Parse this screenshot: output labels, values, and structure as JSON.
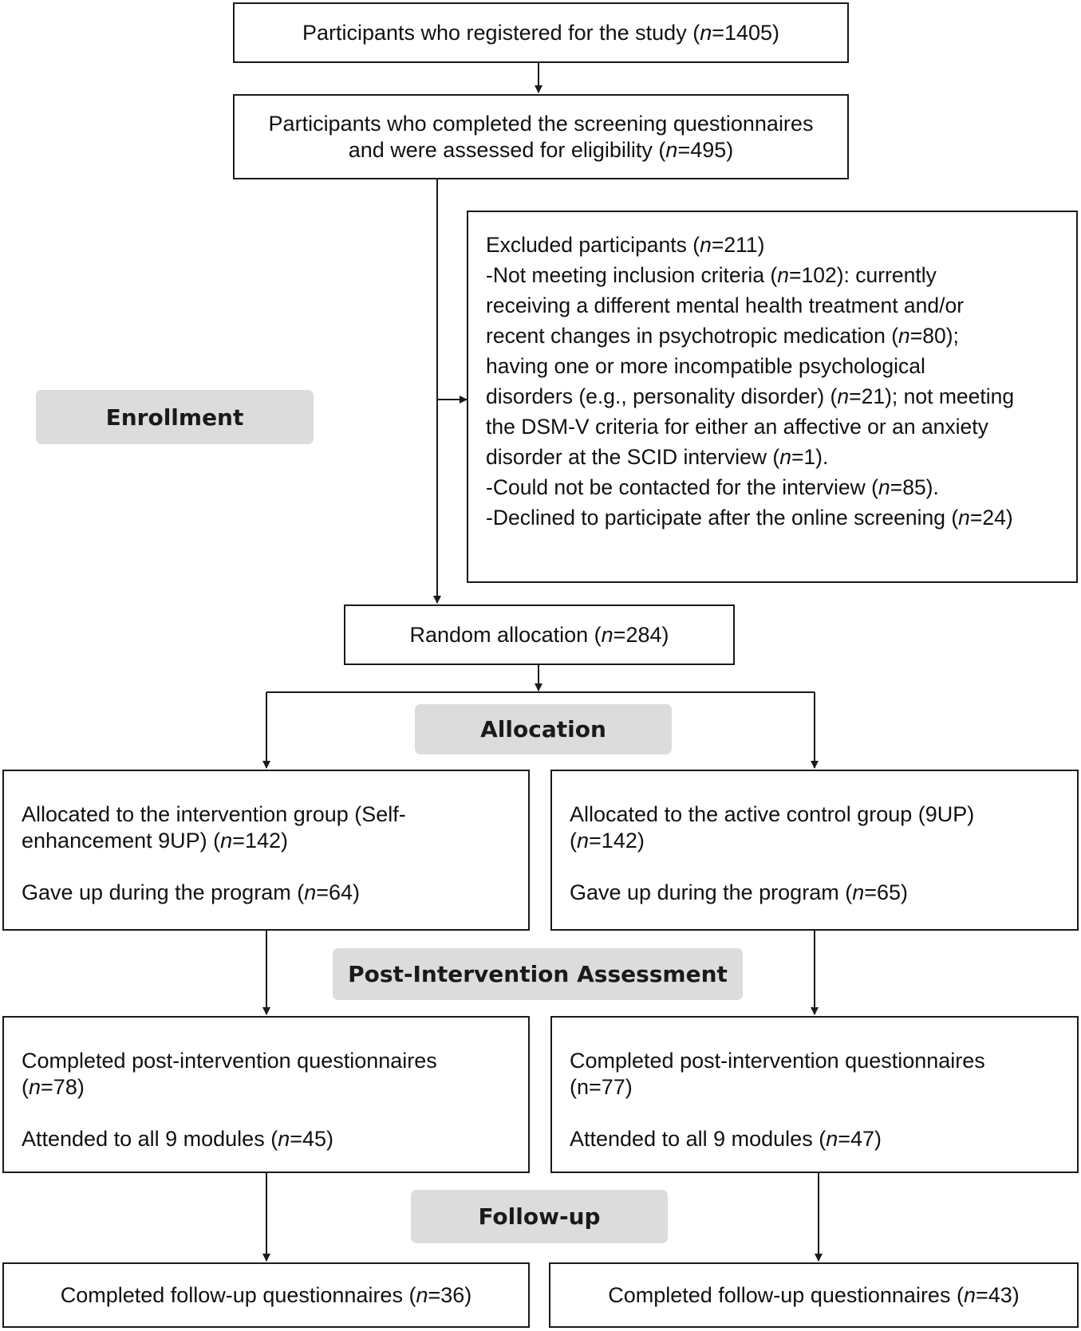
{
  "registered": {
    "text": "Participants who registered for the study (",
    "n": "n",
    "rest": "=1405)"
  },
  "screened": {
    "line1": "Participants who completed the screening questionnaires",
    "line2": "and were assessed for eligibility (",
    "n": "n",
    "rest": "=495)"
  },
  "excluded": {
    "l1a": "Excluded participants (",
    "l1n": "n",
    "l1b": "=211)",
    "l2a": "-Not meeting inclusion criteria (",
    "l2n": "n",
    "l2b": "=102): currently",
    "l3": "receiving a different mental health treatment and/or",
    "l4a": "recent changes in psychotropic medication (",
    "l4n": "n",
    "l4b": "=80);",
    "l5": "having one or more incompatible psychological",
    "l6a": "disorders (e.g., personality disorder) (",
    "l6n": "n",
    "l6b": "=21); not meeting",
    "l7": "the DSM-V criteria for either an affective or an anxiety",
    "l8a": "disorder at the SCID interview (",
    "l8n": "n",
    "l8b": "=1).",
    "l9a": "-Could not be contacted for the interview (",
    "l9n": "n",
    "l9b": "=85).",
    "l10a": "-Declined to participate after the online screening (",
    "l10n": "n",
    "l10b": "=24)"
  },
  "random": {
    "text": "Random allocation (",
    "n": "n",
    "rest": "=284)"
  },
  "labels": {
    "enrollment": "Enrollment",
    "allocation": "Allocation",
    "post": "Post-Intervention Assessment",
    "followup": "Follow-up"
  },
  "left_alloc": {
    "l1": "Allocated to the intervention group (Self-",
    "l2a": "enhancement 9UP) (",
    "l2n": "n",
    "l2b": "=142)",
    "l3a": "Gave up during the program (",
    "l3n": "n",
    "l3b": "=64)"
  },
  "right_alloc": {
    "l1": "Allocated to the active control group (9UP)",
    "l2a": "(",
    "l2n": "n",
    "l2b": "=142)",
    "l3a": "Gave up during the program (",
    "l3n": "n",
    "l3b": "=65)"
  },
  "left_post": {
    "l1": "Completed post-intervention questionnaires",
    "l2a": "(",
    "l2n": "n",
    "l2b": "=78)",
    "l3a": "Attended to all 9 modules (",
    "l3n": "n",
    "l3b": "=45)"
  },
  "right_post": {
    "l1": "Completed post-intervention questionnaires",
    "l2": "(n=77)",
    "l3a": "Attended to all 9 modules (",
    "l3n": "n",
    "l3b": "=47)"
  },
  "left_follow": {
    "text": "Completed follow-up questionnaires (",
    "n": "n",
    "rest": "=36)"
  },
  "right_follow": {
    "text": "Completed follow-up questionnaires (",
    "n": "n",
    "rest": "=43)"
  }
}
